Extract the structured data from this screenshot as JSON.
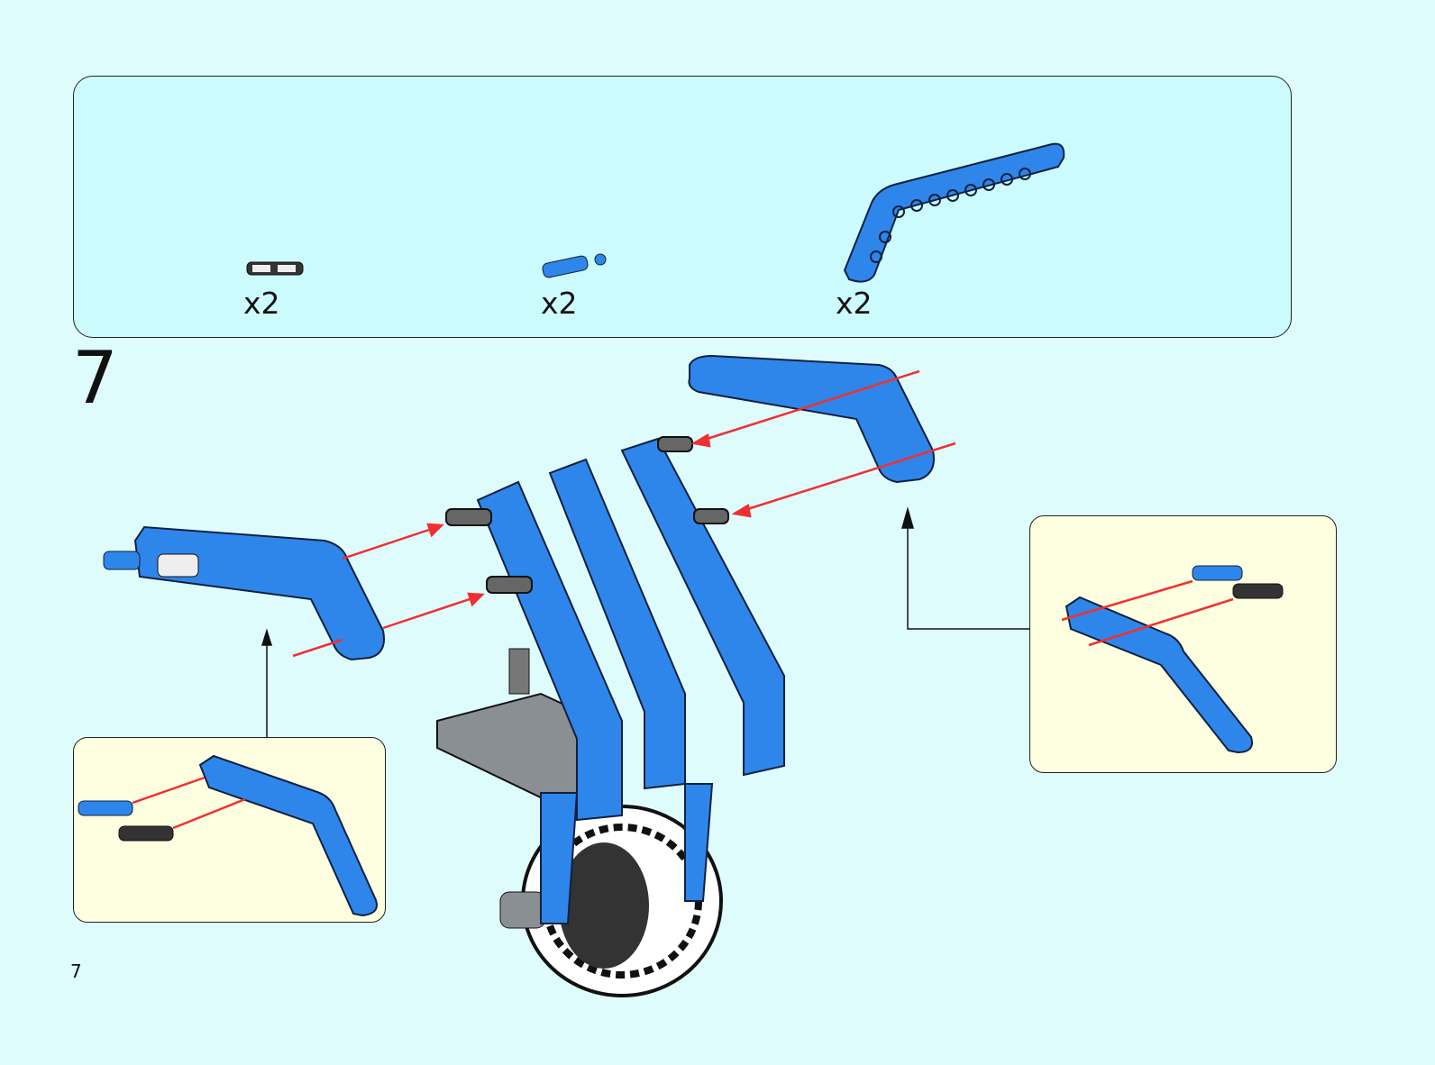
{
  "parts_list": {
    "items": [
      {
        "part": "friction-pin-with-axle",
        "quantity": "x2"
      },
      {
        "part": "axle-pin-blue",
        "quantity": "x2"
      },
      {
        "part": "angled-beam-blue",
        "quantity": "x2"
      }
    ]
  },
  "step": {
    "number": "7"
  },
  "page": {
    "number": "7"
  },
  "colors": {
    "background": "#dffcfd",
    "panel": "#cbfbfd",
    "callout": "#fefee0",
    "beam_blue": "#2f86ea",
    "arrow_red": "#f03030",
    "grey": "#8a8f94"
  }
}
